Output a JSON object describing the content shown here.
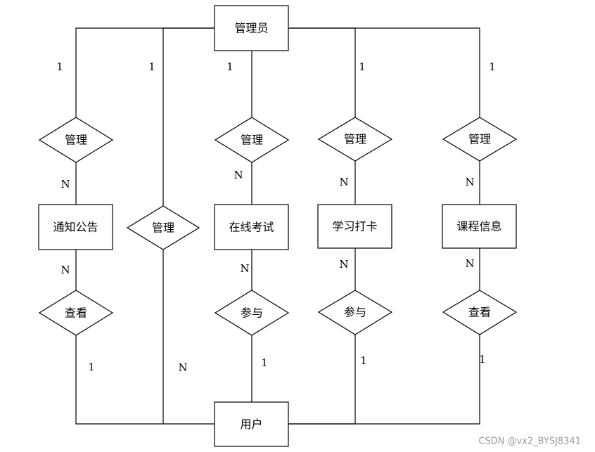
{
  "entities": {
    "admin": "管理员",
    "notice": "通知公告",
    "exam": "在线考试",
    "checkin": "学习打卡",
    "course": "课程信息",
    "user": "用户"
  },
  "relationships": {
    "manage_notice": "管理",
    "manage_user": "管理",
    "manage_exam": "管理",
    "manage_checkin": "管理",
    "manage_course": "管理",
    "view_notice": "查看",
    "join_exam": "参与",
    "join_checkin": "参与",
    "view_course": "查看"
  },
  "cardinalities": {
    "admin_notice": "1",
    "admin_user": "1",
    "admin_exam": "1",
    "admin_checkin": "1",
    "admin_course": "1",
    "notice_manage": "N",
    "exam_manage": "N",
    "checkin_manage": "N",
    "course_manage": "N",
    "notice_view": "N",
    "exam_join": "N",
    "checkin_join": "N",
    "course_view": "N",
    "user_notice": "1",
    "user_manage": "N",
    "user_exam": "1",
    "user_checkin": "1",
    "user_course": "1"
  },
  "watermark": "CSDN @vx2_BYSJ8341"
}
